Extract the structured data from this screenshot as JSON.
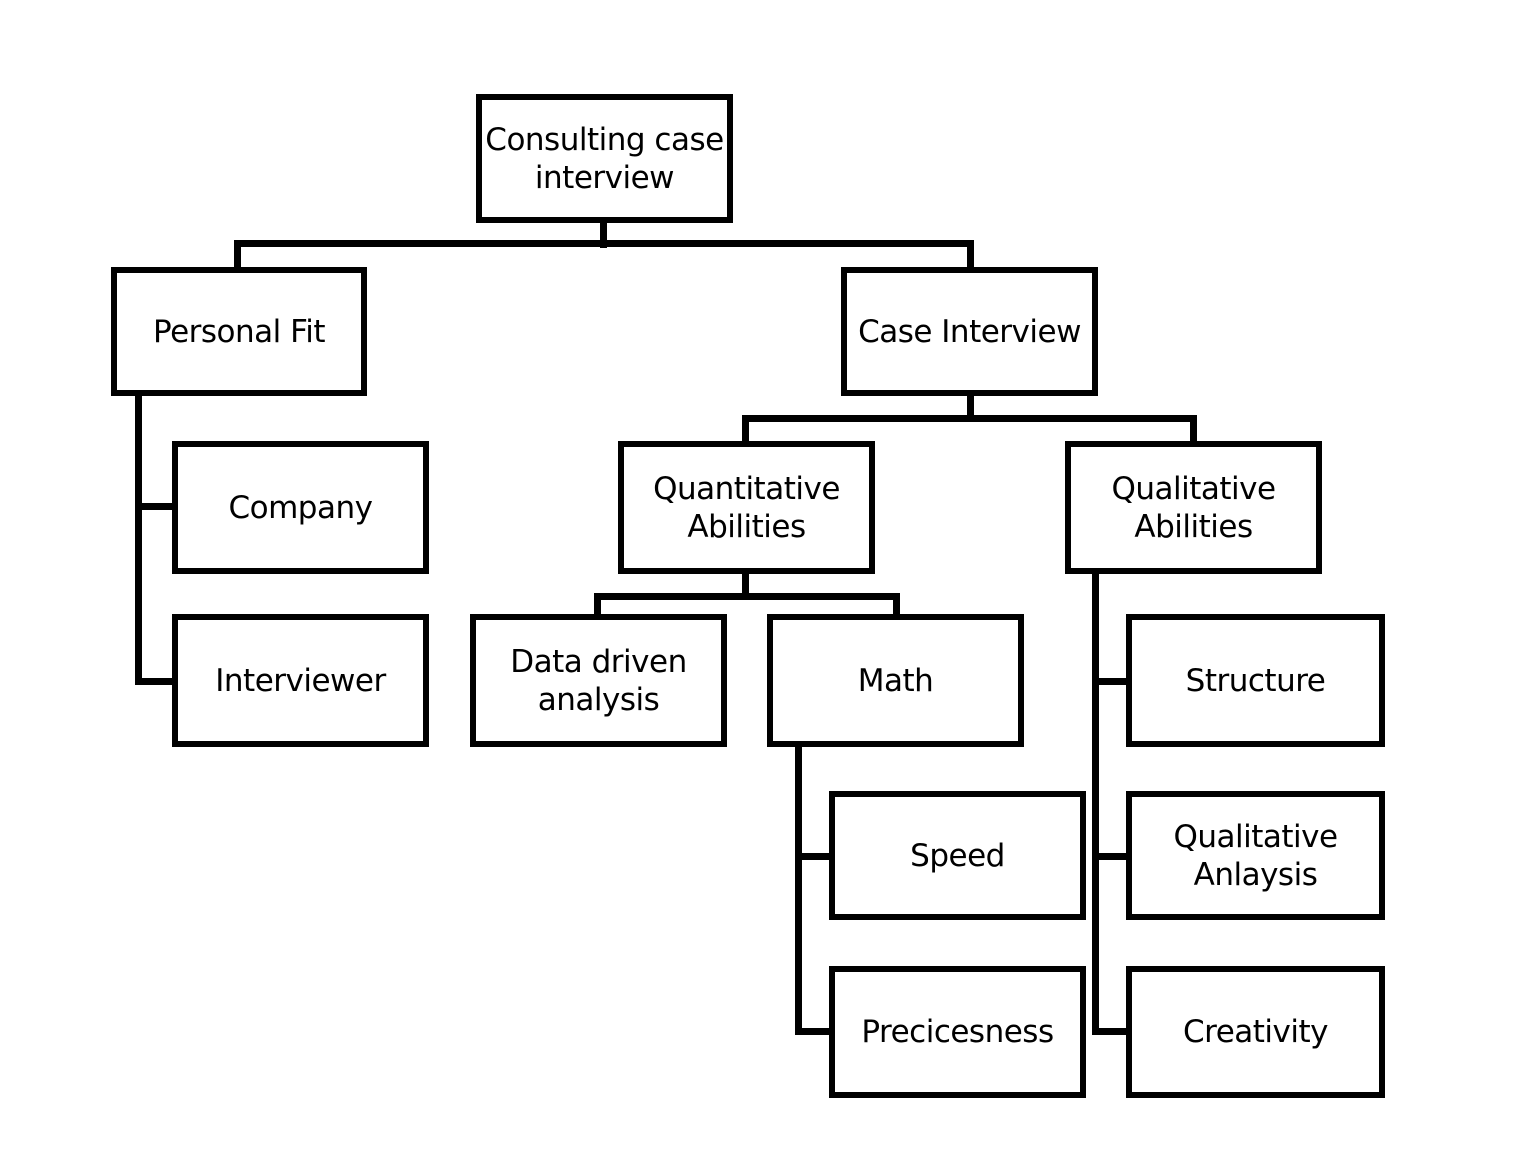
{
  "diagram": {
    "type": "hierarchy",
    "root": {
      "line1": "Consulting case",
      "line2": "interview"
    },
    "personal_fit": {
      "label": "Personal Fit",
      "children": {
        "company": "Company",
        "interviewer": "Interviewer"
      }
    },
    "case_interview": {
      "label": "Case Interview",
      "quantitative": {
        "line1": "Quantitative",
        "line2": "Abilities",
        "data_driven": {
          "line1": "Data driven",
          "line2": "analysis"
        },
        "math": {
          "label": "Math",
          "children": {
            "speed": "Speed",
            "precicesness": "Precicesness"
          }
        }
      },
      "qualitative": {
        "line1": "Qualitative",
        "line2": "Abilities",
        "children": {
          "structure": "Structure",
          "qualitative_analysis": {
            "line1": "Qualitative",
            "line2": "Anlaysis"
          },
          "creativity": "Creativity"
        }
      }
    },
    "colors": {
      "line": "#000000",
      "box_fill": "#ffffff",
      "background": "#ffffff"
    }
  }
}
